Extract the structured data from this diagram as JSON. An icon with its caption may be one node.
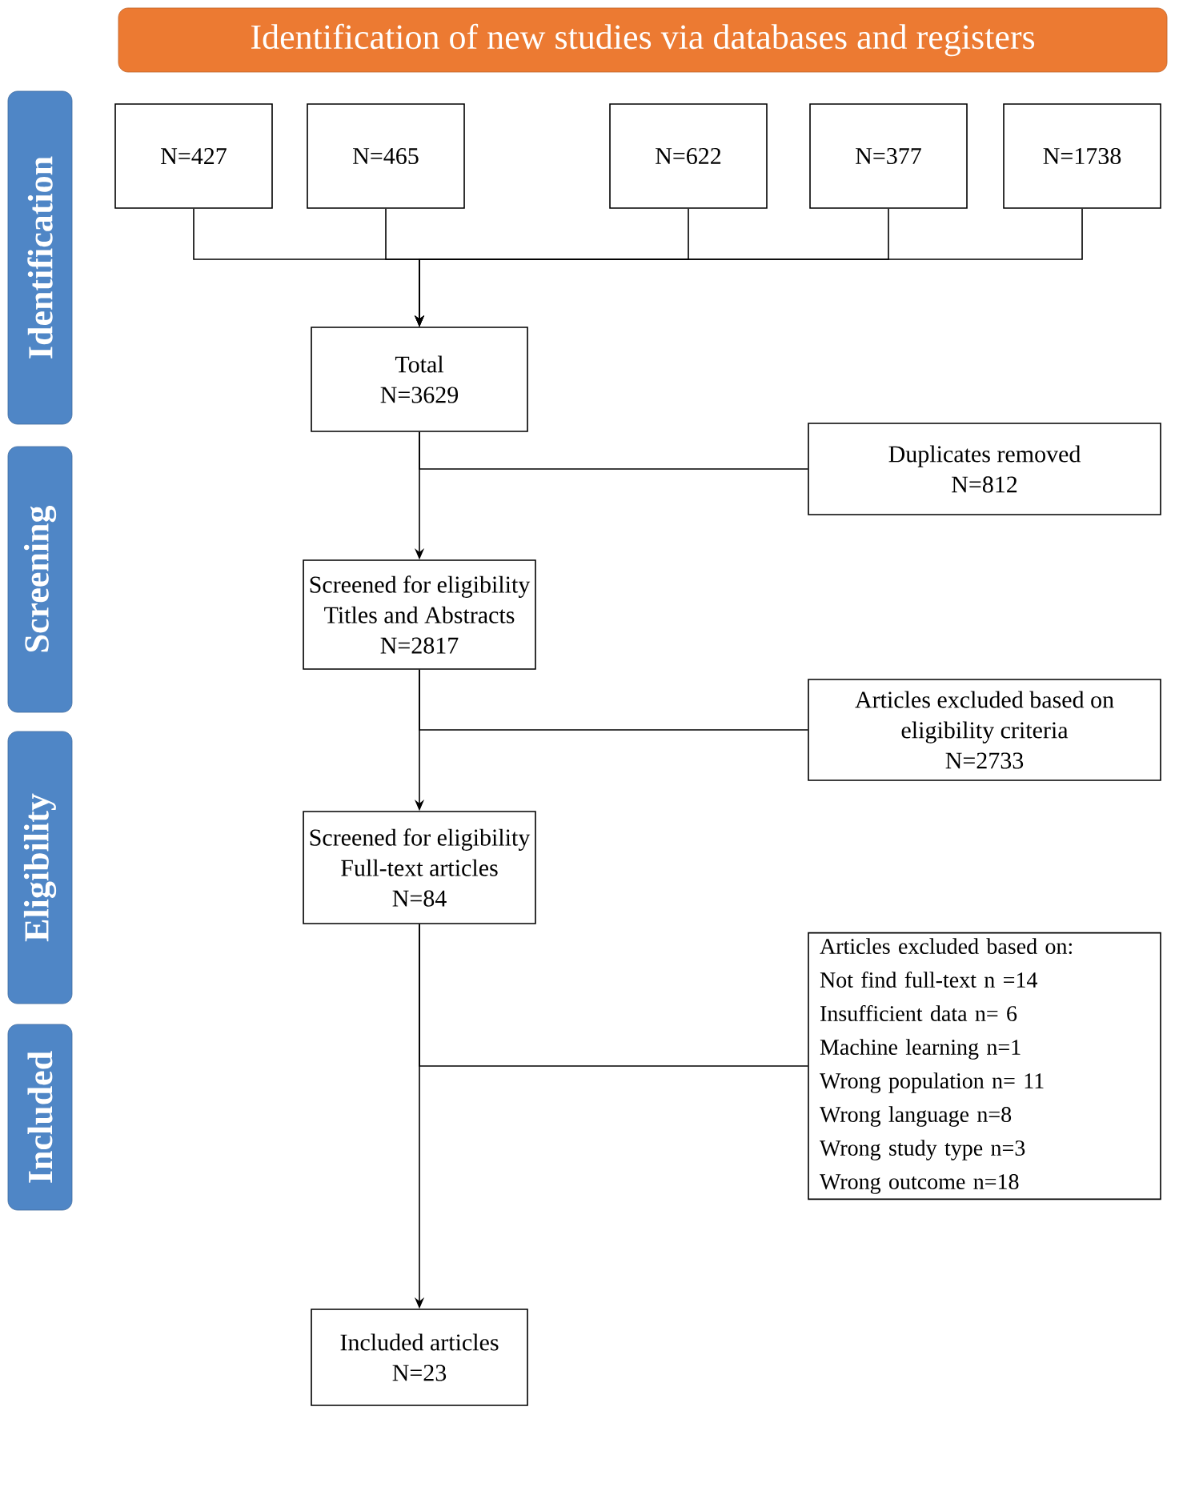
{
  "diagram": {
    "nodes": [
      {
        "text": [
          "Identification of new studies via databases and registers"
        ]
      },
      {
        "text": [
          "Identification"
        ]
      },
      {
        "text": [
          "Screening"
        ]
      },
      {
        "text": [
          "Eligibility"
        ]
      },
      {
        "text": [
          "Included"
        ]
      },
      {
        "text": [
          "N=427"
        ]
      },
      {
        "text": [
          "N=465"
        ]
      },
      {
        "text": [
          "N=622"
        ]
      },
      {
        "text": [
          "N=377"
        ]
      },
      {
        "text": [
          "N=1738"
        ]
      },
      {
        "text": [
          "Total",
          "N=3629"
        ]
      },
      {
        "text": [
          "Duplicates removed",
          "N=812"
        ]
      },
      {
        "text": [
          "Screened for eligibility",
          "Titles and Abstracts",
          "N=2817"
        ]
      },
      {
        "text": [
          "Articles excluded based on",
          "eligibility criteria",
          "N=2733"
        ]
      },
      {
        "text": [
          "Screened for eligibility",
          "Full-text articles",
          "N=84"
        ]
      },
      {
        "text": [
          "Articles excluded based on:",
          "Not find full-text n =14",
          "Insufficient data n= 6",
          "Machine learning n=1",
          "Wrong population n= 11",
          "Wrong language n=8",
          "Wrong study type n=3",
          "Wrong outcome n=18"
        ]
      },
      {
        "text": [
          "Included articles",
          "N=23"
        ]
      }
    ],
    "edges": [
      {
        "from": 5,
        "to": 10,
        "arrow": "to"
      },
      {
        "from": 6,
        "to": 10,
        "arrow": "to"
      },
      {
        "from": 7,
        "to": 10,
        "arrow": "to"
      },
      {
        "from": 8,
        "to": 10,
        "arrow": "to"
      },
      {
        "from": 9,
        "to": 10,
        "arrow": "to"
      },
      {
        "from": 10,
        "to": 12,
        "arrow": "to"
      },
      {
        "from": 10,
        "to": 11,
        "arrow": "none"
      },
      {
        "from": 12,
        "to": 14,
        "arrow": "to"
      },
      {
        "from": 12,
        "to": 13,
        "arrow": "none"
      },
      {
        "from": 14,
        "to": 16,
        "arrow": "to"
      },
      {
        "from": 14,
        "to": 15,
        "arrow": "none"
      }
    ]
  }
}
